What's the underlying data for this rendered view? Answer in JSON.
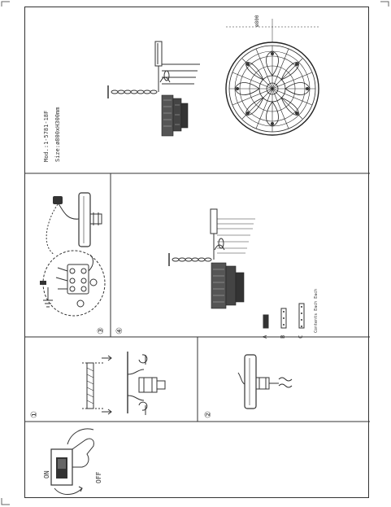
{
  "product": {
    "model": "Mod.:1-5781-18F",
    "size": "Size:ø800xH300mm",
    "diameter": "ø800"
  },
  "parts": {
    "a": "A",
    "b": "B",
    "c": "C",
    "note": "Contents  Each  Each"
  },
  "steps": {
    "s1": "①",
    "s2": "②",
    "s3": "③",
    "s4": "④"
  },
  "switch": {
    "on": "ON",
    "off": "OFF"
  }
}
